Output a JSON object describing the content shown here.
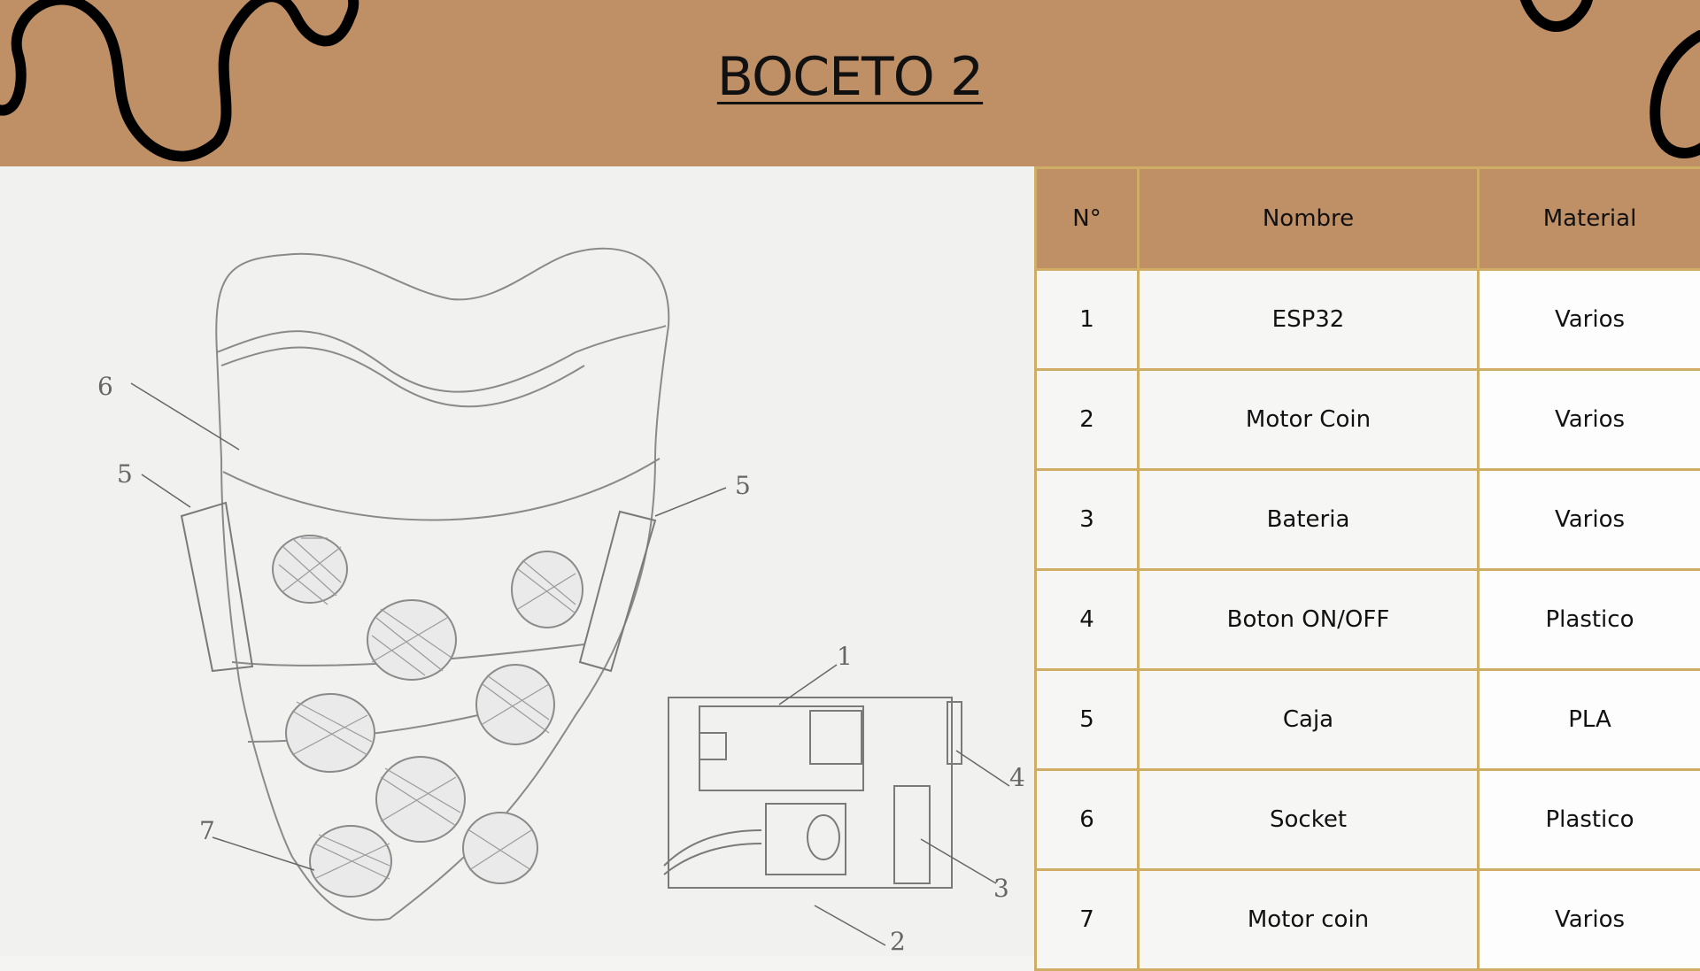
{
  "header": {
    "title": "BOCETO 2"
  },
  "sketch": {
    "labels": [
      "1",
      "2",
      "3",
      "4",
      "5",
      "5",
      "6",
      "7"
    ]
  },
  "table": {
    "headers": [
      "N°",
      "Nombre",
      "Material"
    ],
    "rows": [
      [
        "1",
        "ESP32",
        "Varios"
      ],
      [
        "2",
        "Motor Coin",
        "Varios"
      ],
      [
        "3",
        "Bateria",
        "Varios"
      ],
      [
        "4",
        "Boton ON/OFF",
        "Plastico"
      ],
      [
        "5",
        "Caja",
        "PLA"
      ],
      [
        "6",
        "Socket",
        "Plastico"
      ],
      [
        "7",
        "Motor coin",
        "Varios"
      ]
    ]
  },
  "colors": {
    "header_bg": "#bf8f66",
    "table_border": "#d0ad64",
    "squiggle": "#000000"
  }
}
